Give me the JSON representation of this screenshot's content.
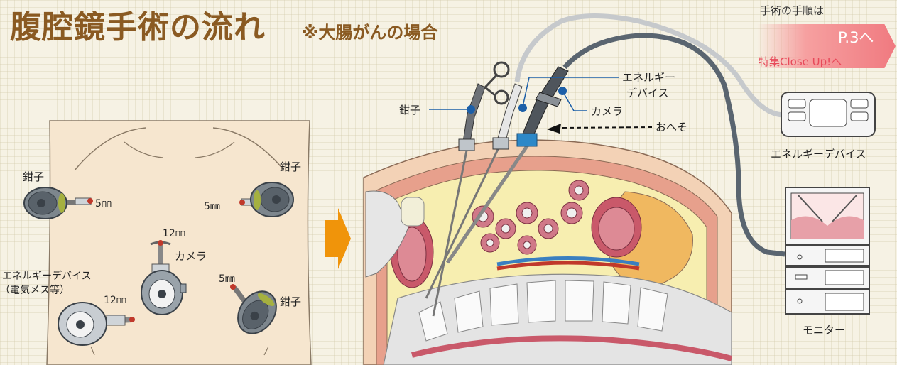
{
  "header": {
    "title": "腹腔鏡手術の流れ",
    "subtitle": "※大腸がんの場合"
  },
  "reference": {
    "intro": "手術の手順は",
    "page": "P.3へ",
    "link": "特集Close Up!へ"
  },
  "port_diagram": {
    "labels": {
      "forceps_left": "鉗子",
      "size_left": "5㎜",
      "forceps_right": "鉗子",
      "size_right": "5㎜",
      "camera_size": "12㎜",
      "camera": "カメラ",
      "energy_device": "エネルギーデバイス",
      "energy_device_note": "（電気メス等）",
      "energy_size": "12㎜",
      "forceps_lower_size": "5㎜",
      "forceps_lower": "鉗子"
    }
  },
  "cross_section": {
    "labels": {
      "forceps": "鉗子",
      "energy_device_line1": "エネルギー",
      "energy_device_line2": "デバイス",
      "camera": "カメラ",
      "navel": "おへそ"
    }
  },
  "equipment": {
    "energy_device": "エネルギーデバイス",
    "monitor": "モニター"
  },
  "colors": {
    "title": "#8a5a22",
    "arrow": "#f0940a",
    "skin": "#f6e6cf",
    "reference_tag": "#f07a80",
    "pointer_dot": "#1c5fa8"
  }
}
